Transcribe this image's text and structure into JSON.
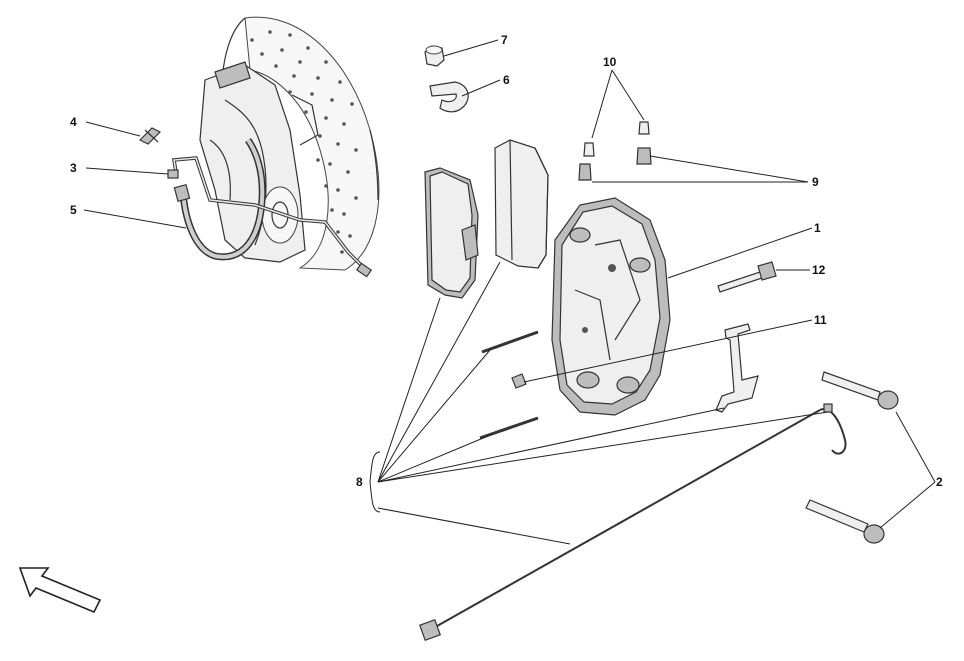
{
  "diagram": {
    "callouts": [
      {
        "id": "1",
        "label": "1"
      },
      {
        "id": "2",
        "label": "2"
      },
      {
        "id": "3",
        "label": "3"
      },
      {
        "id": "4",
        "label": "4"
      },
      {
        "id": "5",
        "label": "5"
      },
      {
        "id": "6",
        "label": "6"
      },
      {
        "id": "7",
        "label": "7"
      },
      {
        "id": "8",
        "label": "8"
      },
      {
        "id": "9",
        "label": "9"
      },
      {
        "id": "10",
        "label": "10"
      },
      {
        "id": "11",
        "label": "11"
      },
      {
        "id": "12",
        "label": "12"
      }
    ],
    "icons": {
      "direction": "front-direction-arrow-icon"
    }
  }
}
